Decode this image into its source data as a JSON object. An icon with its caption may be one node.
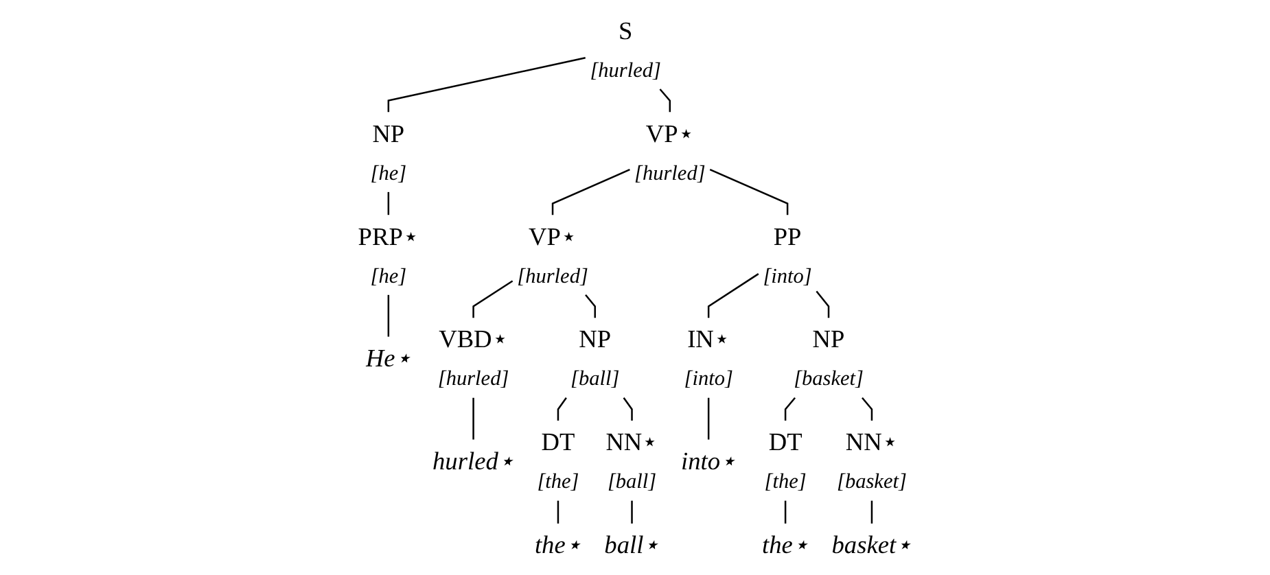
{
  "diagram": {
    "nodes": [
      {
        "text": [
          "S",
          "[hurled]"
        ]
      },
      {
        "text": [
          "NP",
          "[he]"
        ]
      },
      {
        "text": [
          "VP⋆",
          "[hurled]"
        ]
      },
      {
        "text": [
          "PRP⋆",
          "[he]"
        ]
      },
      {
        "text": [
          "VP⋆",
          "[hurled]"
        ]
      },
      {
        "text": [
          "PP",
          "[into]"
        ]
      },
      {
        "text": [
          "He⋆"
        ]
      },
      {
        "text": [
          "VBD⋆",
          "[hurled]"
        ]
      },
      {
        "text": [
          "NP",
          "[ball]"
        ]
      },
      {
        "text": [
          "IN⋆",
          "[into]"
        ]
      },
      {
        "text": [
          "NP",
          "[basket]"
        ]
      },
      {
        "text": [
          "hurled⋆"
        ]
      },
      {
        "text": [
          "DT",
          "[the]"
        ]
      },
      {
        "text": [
          "NN⋆",
          "[ball]"
        ]
      },
      {
        "text": [
          "into⋆"
        ]
      },
      {
        "text": [
          "DT",
          "[the]"
        ]
      },
      {
        "text": [
          "NN⋆",
          "[basket]"
        ]
      },
      {
        "text": [
          "the⋆"
        ]
      },
      {
        "text": [
          "ball⋆"
        ]
      },
      {
        "text": [
          "the⋆"
        ]
      },
      {
        "text": [
          "basket⋆"
        ]
      }
    ],
    "edges": [
      {
        "from": 0,
        "to": 1,
        "arrow": "none"
      },
      {
        "from": 0,
        "to": 2,
        "arrow": "none"
      },
      {
        "from": 1,
        "to": 3,
        "arrow": "none"
      },
      {
        "from": 3,
        "to": 6,
        "arrow": "none"
      },
      {
        "from": 2,
        "to": 4,
        "arrow": "none"
      },
      {
        "from": 2,
        "to": 5,
        "arrow": "none"
      },
      {
        "from": 4,
        "to": 7,
        "arrow": "none"
      },
      {
        "from": 4,
        "to": 8,
        "arrow": "none"
      },
      {
        "from": 7,
        "to": 11,
        "arrow": "none"
      },
      {
        "from": 8,
        "to": 12,
        "arrow": "none"
      },
      {
        "from": 8,
        "to": 13,
        "arrow": "none"
      },
      {
        "from": 12,
        "to": 17,
        "arrow": "none"
      },
      {
        "from": 13,
        "to": 18,
        "arrow": "none"
      },
      {
        "from": 5,
        "to": 9,
        "arrow": "none"
      },
      {
        "from": 5,
        "to": 10,
        "arrow": "none"
      },
      {
        "from": 9,
        "to": 14,
        "arrow": "none"
      },
      {
        "from": 10,
        "to": 15,
        "arrow": "none"
      },
      {
        "from": 10,
        "to": 16,
        "arrow": "none"
      },
      {
        "from": 15,
        "to": 19,
        "arrow": "none"
      },
      {
        "from": 16,
        "to": 20,
        "arrow": "none"
      }
    ]
  }
}
